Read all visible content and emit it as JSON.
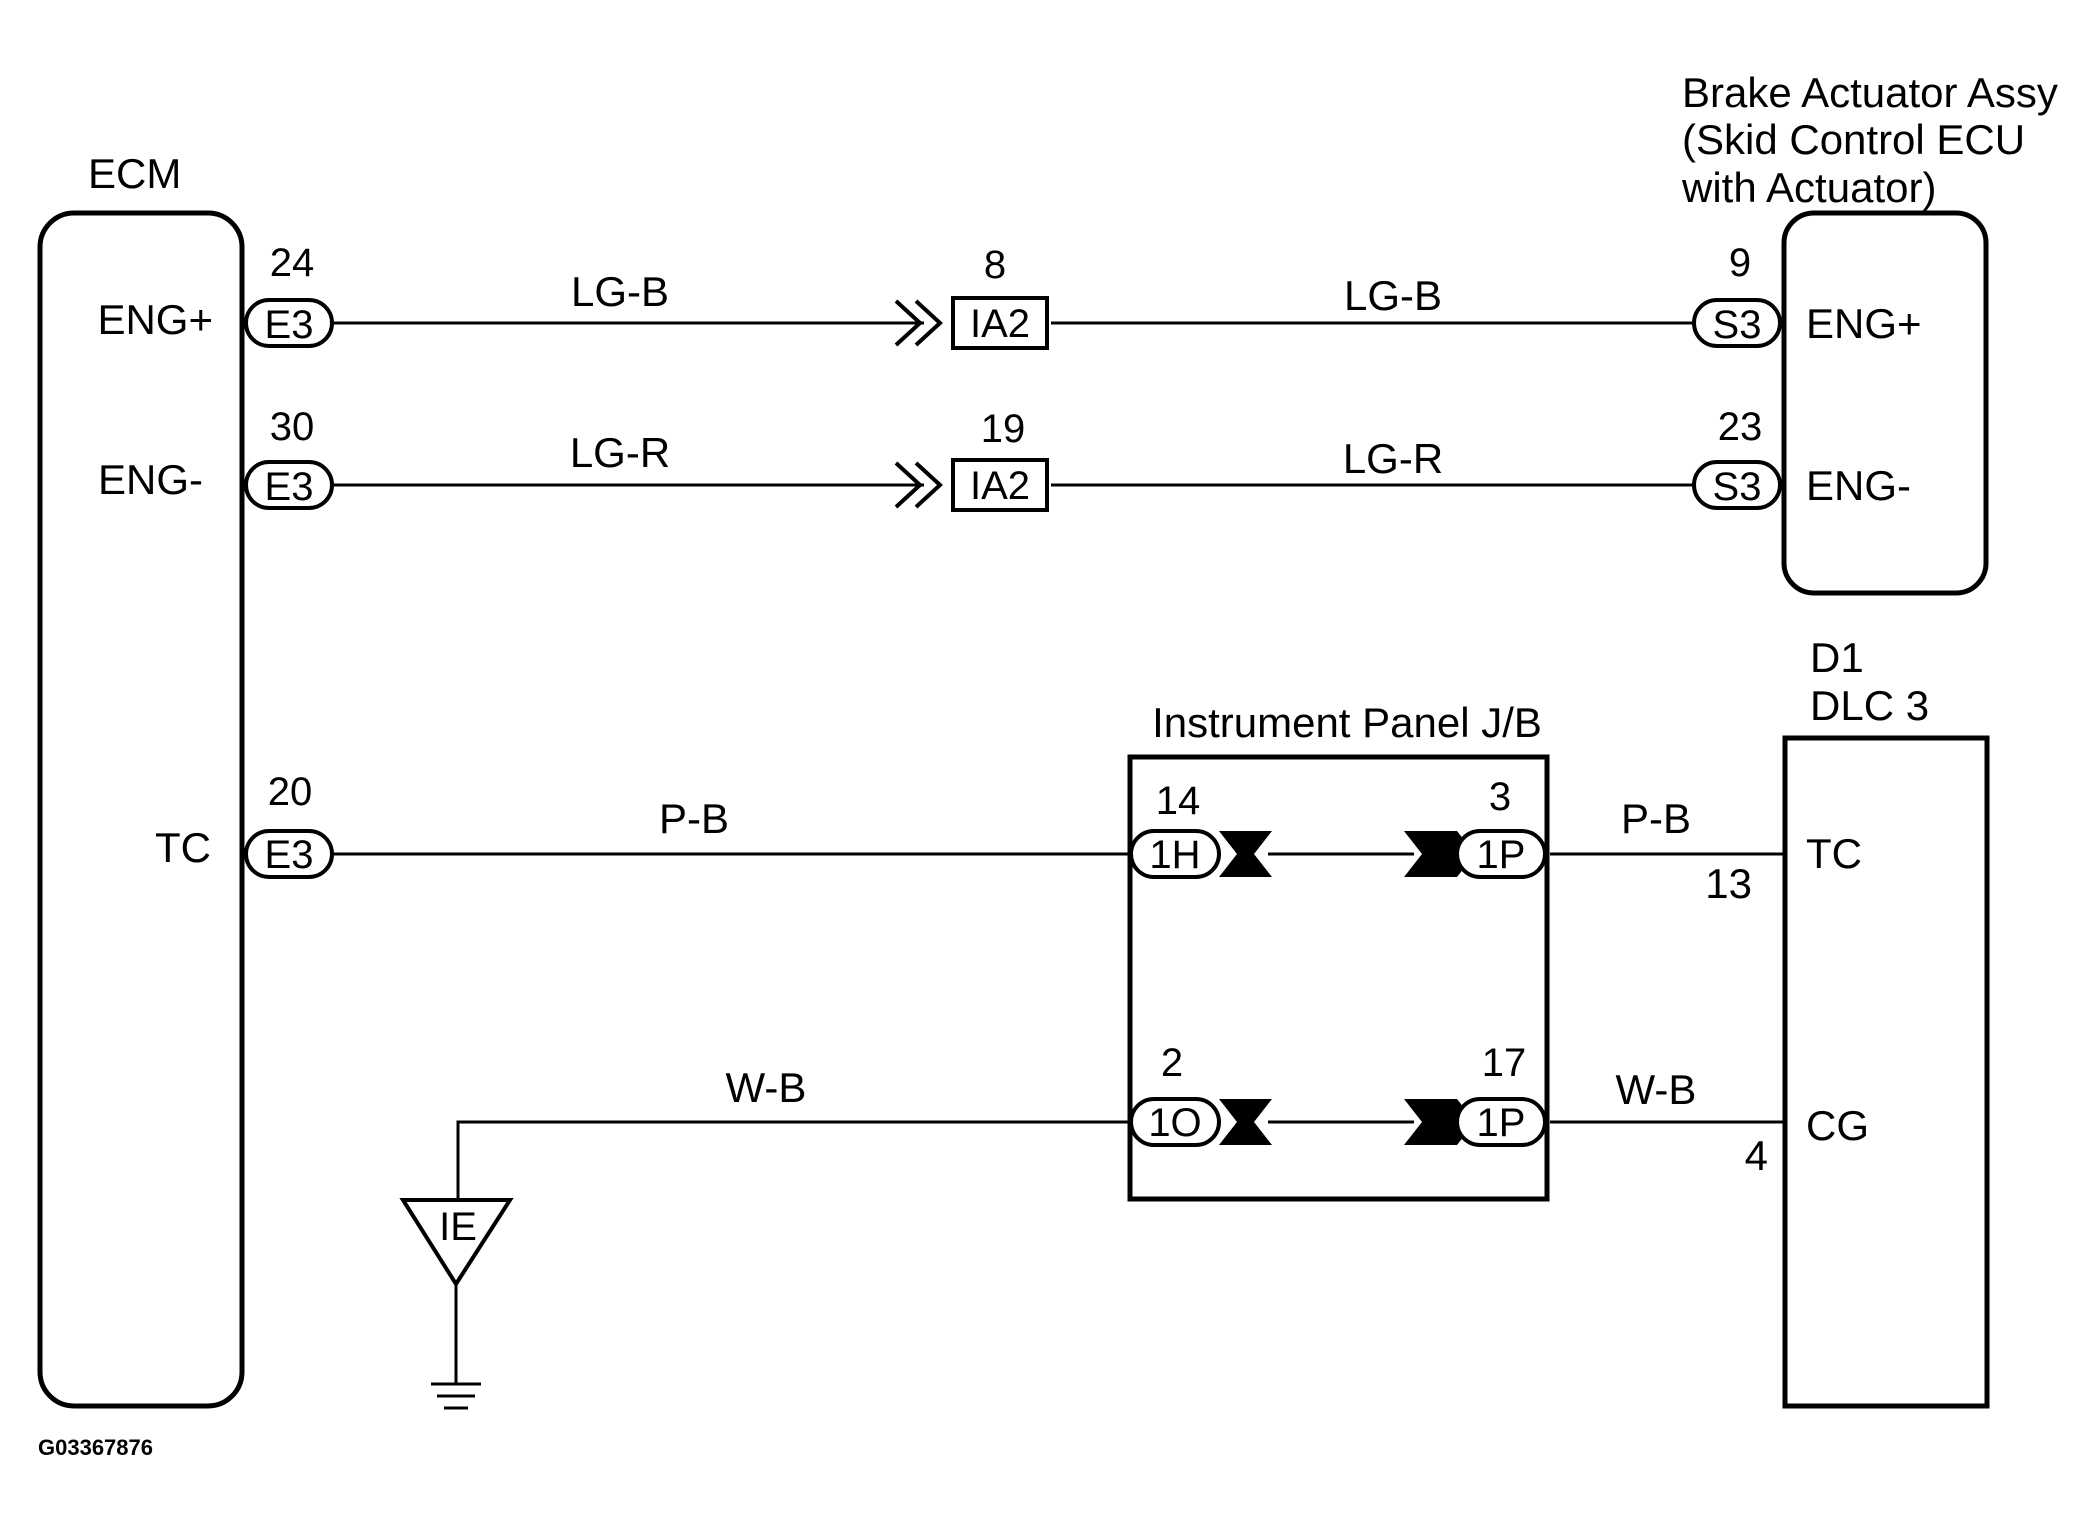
{
  "components": {
    "ecm": {
      "title": "ECM",
      "pins": [
        "ENG+",
        "ENG-",
        "TC"
      ]
    },
    "brake_actuator": {
      "title_lines": [
        "Brake Actuator Assy",
        "(Skid Control ECU",
        "with Actuator)"
      ],
      "pins": [
        "ENG+",
        "ENG-"
      ]
    },
    "dlc3": {
      "title_lines": [
        "D1",
        "DLC 3"
      ],
      "pins": [
        "TC",
        "CG"
      ]
    },
    "junction_block": {
      "title": "Instrument Panel J/B"
    },
    "ground": {
      "label": "IE"
    }
  },
  "connectors": {
    "ecm_eng_plus": {
      "code": "E3",
      "pin": "24"
    },
    "ecm_eng_minus": {
      "code": "E3",
      "pin": "30"
    },
    "ecm_tc": {
      "code": "E3",
      "pin": "20"
    },
    "ia2_top": {
      "code": "IA2",
      "pin": "8"
    },
    "ia2_bottom": {
      "code": "IA2",
      "pin": "19"
    },
    "s3_top": {
      "code": "S3",
      "pin": "9"
    },
    "s3_bottom": {
      "code": "S3",
      "pin": "23"
    },
    "jb_1h": {
      "code": "1H",
      "pin": "14"
    },
    "jb_1p_top": {
      "code": "1P",
      "pin": "3"
    },
    "jb_1o": {
      "code": "1O",
      "pin": "2"
    },
    "jb_1p_bottom": {
      "code": "1P",
      "pin": "17"
    },
    "dlc_tc_pin": "13",
    "dlc_cg_pin": "4"
  },
  "wires": {
    "eng_plus_left": "LG-B",
    "eng_plus_right": "LG-B",
    "eng_minus_left": "LG-R",
    "eng_minus_right": "LG-R",
    "tc_left": "P-B",
    "tc_right": "P-B",
    "ground_left": "W-B",
    "cg_right": "W-B"
  },
  "figure_code": "G03367876"
}
